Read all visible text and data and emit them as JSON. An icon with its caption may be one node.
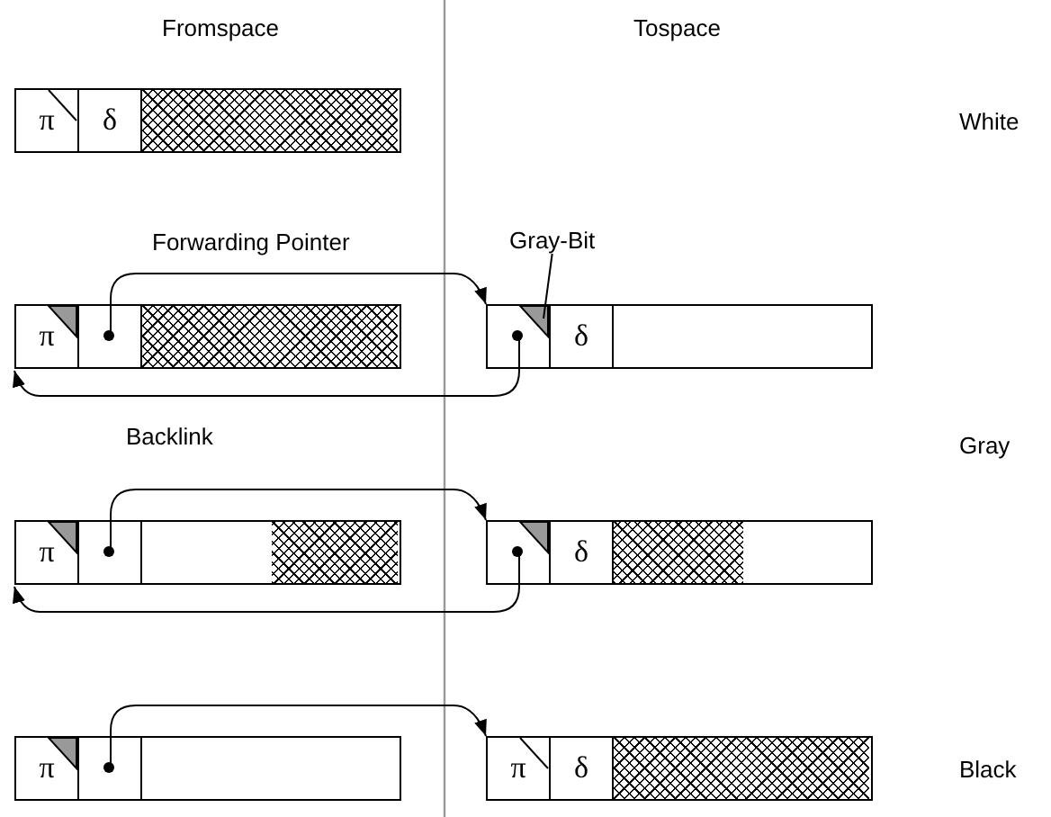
{
  "diagram": {
    "nodes": [
      {
        "text": [],
        "shape": "box"
      },
      {
        "text": [
          "π"
        ],
        "in": 0
      },
      {
        "text": [
          "δ"
        ],
        "in": 0
      },
      {
        "text": [],
        "shape": "box"
      },
      {
        "text": [
          "π"
        ],
        "in": 3
      },
      {
        "text": [],
        "shape": "box",
        "in": 3
      },
      {
        "text": [],
        "shape": "box"
      },
      {
        "text": [],
        "shape": "box",
        "in": 6
      },
      {
        "text": [
          "δ"
        ],
        "in": 6
      },
      {
        "text": [],
        "shape": "box"
      },
      {
        "text": [
          "π"
        ],
        "in": 9
      },
      {
        "text": [],
        "shape": "box",
        "in": 9
      },
      {
        "text": [],
        "shape": "box"
      },
      {
        "text": [],
        "shape": "box",
        "in": 12
      },
      {
        "text": [
          "δ"
        ],
        "in": 12
      },
      {
        "text": [],
        "shape": "box"
      },
      {
        "text": [
          "π"
        ],
        "in": 15
      },
      {
        "text": [],
        "shape": "box",
        "in": 15
      },
      {
        "text": [],
        "shape": "box"
      },
      {
        "text": [
          "π"
        ],
        "in": 18
      },
      {
        "text": [
          "δ"
        ],
        "in": 18
      },
      {
        "text": [
          "Gray-Bit"
        ]
      }
    ],
    "edges": [
      {
        "from": 5,
        "to": 6,
        "arrow": "to",
        "label": "Forwarding Pointer"
      },
      {
        "from": 7,
        "to": 3,
        "arrow": "to",
        "label": "Backlink"
      },
      {
        "from": 11,
        "to": 12,
        "arrow": "to"
      },
      {
        "from": 13,
        "to": 9,
        "arrow": "to"
      },
      {
        "from": 17,
        "to": 18,
        "arrow": "to"
      },
      {
        "from": 21,
        "to": 7,
        "arrow": "none"
      }
    ],
    "labels": [
      "Fromspace",
      "Tospace",
      "White",
      "Gray",
      "Black"
    ]
  }
}
